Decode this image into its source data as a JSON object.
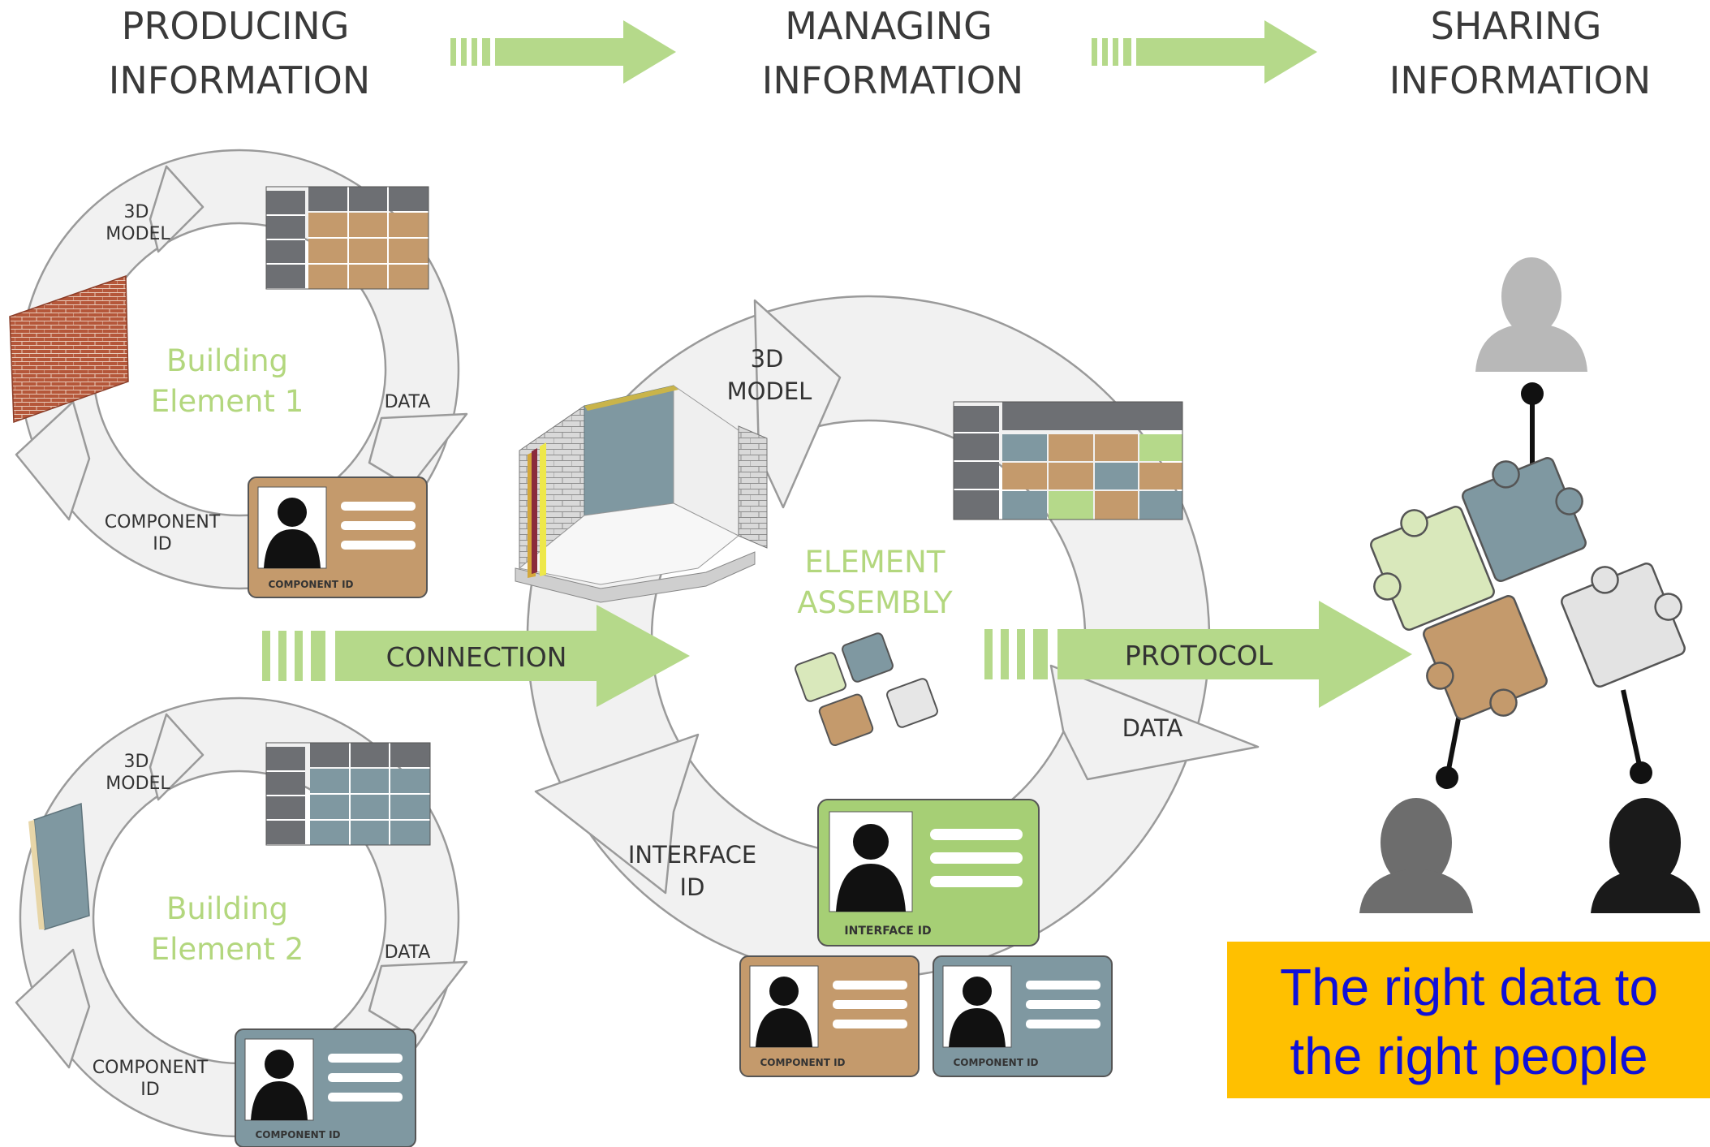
{
  "headers": {
    "producing": [
      "PRODUCING",
      "INFORMATION"
    ],
    "managing": [
      "MANAGING",
      "INFORMATION"
    ],
    "sharing": [
      "SHARING",
      "INFORMATION"
    ]
  },
  "element1": {
    "model": [
      "3D",
      "MODEL"
    ],
    "data": "DATA",
    "component": [
      "COMPONENT",
      "ID"
    ],
    "name": [
      "Building",
      "Element 1"
    ],
    "card": "COMPONENT ID"
  },
  "element2": {
    "model": [
      "3D",
      "MODEL"
    ],
    "data": "DATA",
    "component": [
      "COMPONENT",
      "ID"
    ],
    "name": [
      "Building",
      "Element 2"
    ],
    "card": "COMPONENT ID"
  },
  "assembly": {
    "model": [
      "3D",
      "MODEL"
    ],
    "data": "DATA",
    "interface": [
      "INTERFACE",
      "ID"
    ],
    "name": [
      "ELEMENT",
      "ASSEMBLY"
    ],
    "interface_card": "INTERFACE ID",
    "component_card_a": "COMPONENT ID",
    "component_card_b": "COMPONENT ID"
  },
  "flows": {
    "connection": "CONNECTION",
    "protocol": "PROTOCOL"
  },
  "callout": [
    "The right data to",
    "the right people"
  ],
  "colors": {
    "green": "#b5d98a",
    "brown": "#c49a6c",
    "slate": "#7f98a1",
    "light_green": "#d9e8bb",
    "callout_bg": "#ffc000",
    "callout_text": "#1010d8"
  }
}
